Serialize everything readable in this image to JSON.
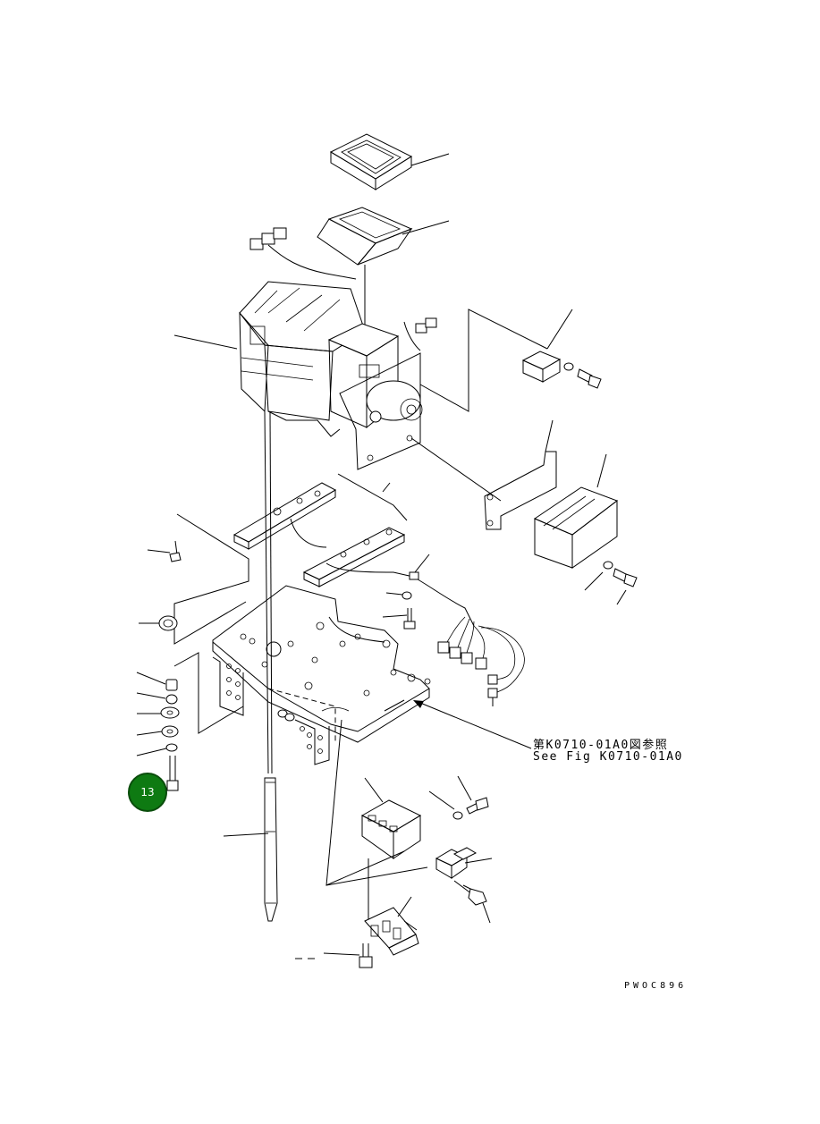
{
  "diagram": {
    "reference_note": {
      "japanese": "第K0710-01A0図参照",
      "english": "See Fig K0710-01A0"
    },
    "drawing_code": "PWOC896",
    "callout_badge": {
      "label": "13",
      "color": "#0e7a12"
    }
  }
}
